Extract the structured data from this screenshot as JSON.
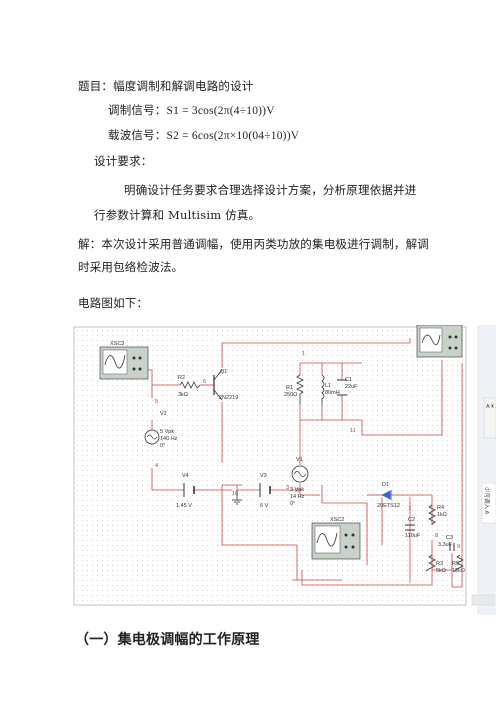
{
  "document": {
    "title_line": "题目：幅度调制和解调电路的设计",
    "modulating_prefix": "调制信号：",
    "modulating_formula": "S1 = 3cos(2π(4÷10))V",
    "carrier_prefix": "载波信号：",
    "carrier_formula": "S2 = 6cos(2π×10(04÷10))V",
    "requirements_label": "设计要求：",
    "requirements_line1": "明确设计任务要求合理选择设计方案，分析原理依据并进",
    "requirements_line2": "行参数计算和 Multisim 仿真。",
    "solution_line1": "解：本次设计采用普通调幅，使用丙类功放的集电极进行调制，解调",
    "solution_line2": "时采用包络检波法。",
    "diagram_intro": "电路图如下：",
    "section_heading": "（一）集电极调幅的工作原理"
  },
  "circuit": {
    "xsc3": "XSC3",
    "xsc2": "XSC2",
    "r2_name": "R2",
    "r2_val": "3kΩ",
    "q1_name": "Q1",
    "q1_val": "2N2219",
    "v2_name": "V2",
    "v2_vpk": "5 Vpk",
    "v2_freq": "140 Hz",
    "v2_phase": "0°",
    "r1_name": "R1",
    "r1_val": "250Ω",
    "l1_name": "L1",
    "l1_val": "80mH",
    "c1_name": "C1",
    "c1_val": "22uF",
    "v4_name": "V4",
    "v4_val": "1.45 V",
    "v3_name": "V3",
    "v3_val": "6 V",
    "v1_name": "V1",
    "v1_vpk": "3 Vpk",
    "v1_freq": "14 Hz",
    "v1_phase": "0°",
    "d1_name": "D1",
    "d1_val": "20ETS12",
    "r4_name": "R4",
    "r4_val": "1kΩ",
    "c2_name": "C2",
    "c2_val": "110uF",
    "c3_name": "C3",
    "c3_val": "3.3uF",
    "r3_name": "R3",
    "r3_val": "5kΩ",
    "r5_name": "R5",
    "r5_val": "12kΩ",
    "node_1": "1",
    "node_2": "2",
    "node_3": "3",
    "node_4": "4",
    "node_5": "5",
    "node_6": "6",
    "node_7": "7",
    "node_8": "8",
    "node_9": "9",
    "node_10": "10",
    "node_11": "11",
    "side_text": "少可调入 A"
  }
}
